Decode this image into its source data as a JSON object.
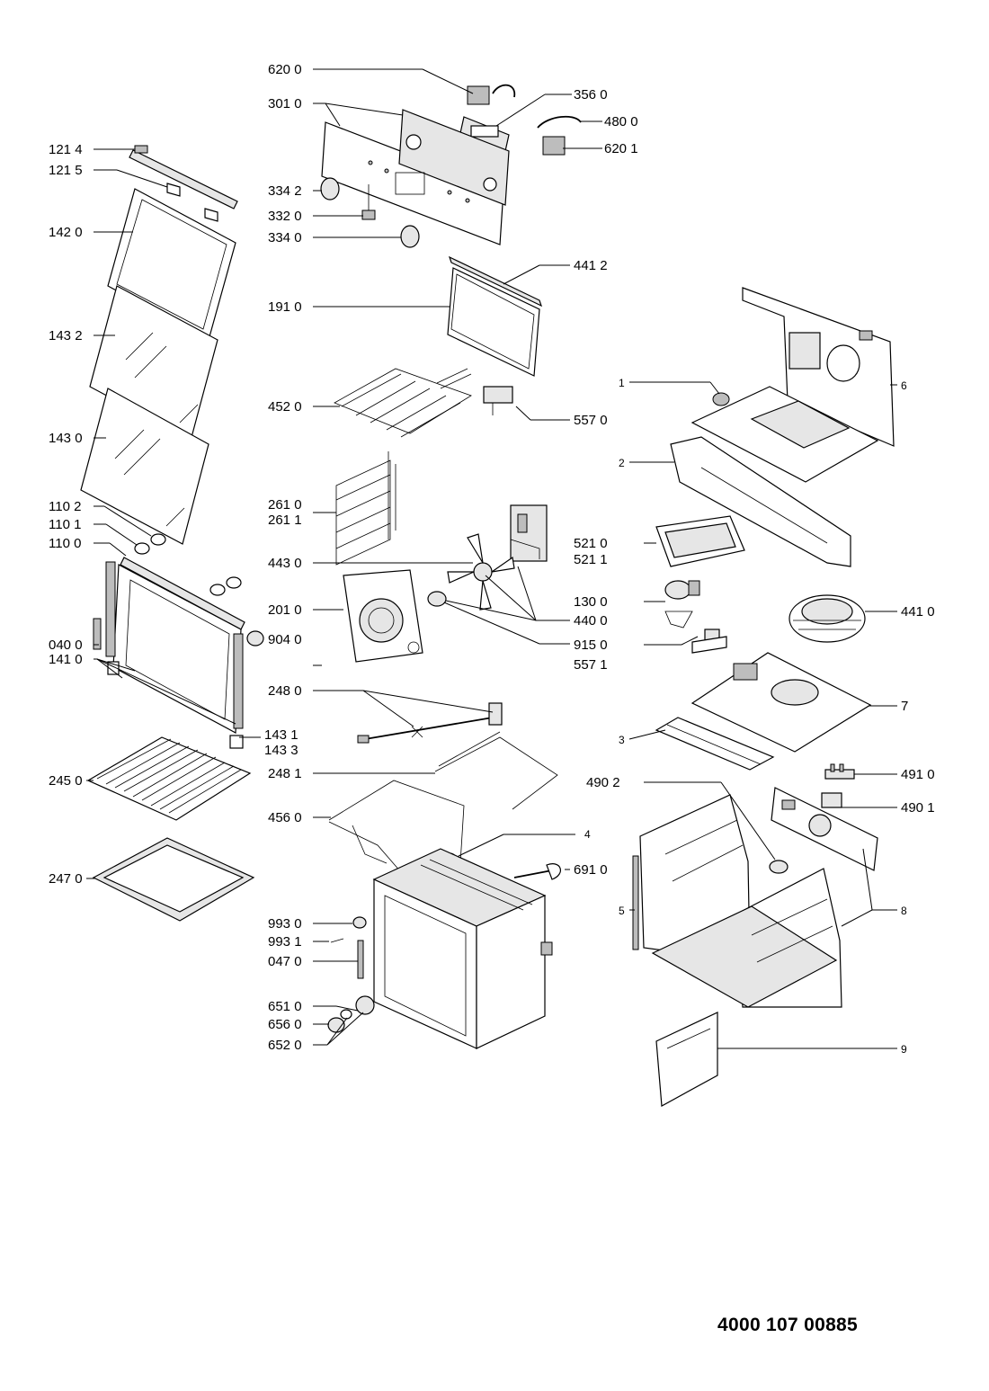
{
  "labels": {
    "l6200": "620 0",
    "l3010": "301 0",
    "l3560": "356 0",
    "l4800": "480 0",
    "l6201": "620 1",
    "l1214": "121 4",
    "l1215": "121 5",
    "l3342": "334 2",
    "l3320": "332 0",
    "l3340": "334 0",
    "l1420": "142 0",
    "l4412": "441 2",
    "l1910": "191 0",
    "l1432": "143 2",
    "l4520": "452 0",
    "l5570": "557 0",
    "l1430": "143 0",
    "l2610": "261 0",
    "l2611": "261 1",
    "l1102": "110 2",
    "l1101": "110 1",
    "l1100": "110 0",
    "l4430": "443 0",
    "l5210": "521 0",
    "l5211": "521 1",
    "l2010": "201 0",
    "l1300": "130 0",
    "l4400": "440 0",
    "l4410": "441 0",
    "l0400": "040 0",
    "l9040": "904 0",
    "l9150": "915 0",
    "l5571": "557 1",
    "l1410": "141 0",
    "l2480": "248 0",
    "l1431": "143 1",
    "l1433": "143 3",
    "l2481": "248 1",
    "l2450": "245 0",
    "l4560": "456 0",
    "l4902": "490 2",
    "l4910": "491 0",
    "l4901": "490 1",
    "l2470": "247 0",
    "l6910": "691 0",
    "l9930": "993 0",
    "l9931": "993 1",
    "l0470": "047 0",
    "l6510": "651 0",
    "l6560": "656 0",
    "l6520": "652 0",
    "n1": "1",
    "n2": "2",
    "n3": "3",
    "n4": "4",
    "n5": "5",
    "n6": "6",
    "n7": "7",
    "n8": "8",
    "n9": "9"
  },
  "document_number": "4000 107 00885"
}
